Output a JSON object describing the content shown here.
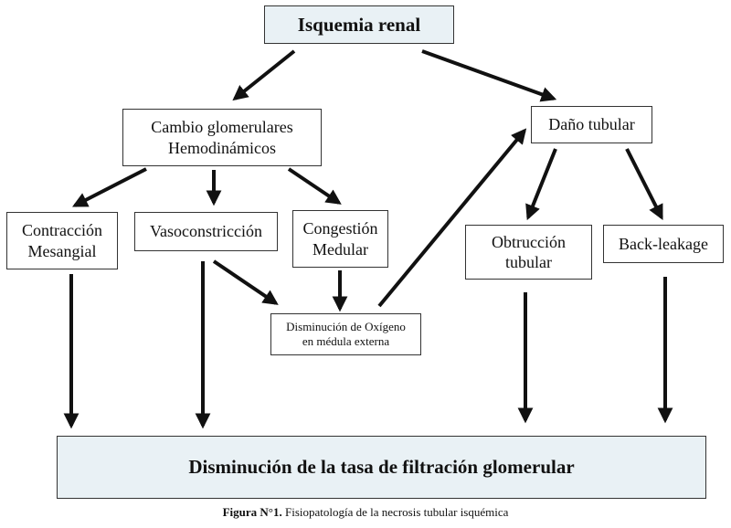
{
  "diagram": {
    "root": "Isquemia renal",
    "glomerular": [
      "Cambio glomerulares",
      "Hemodinámicos"
    ],
    "tubular": "Daño tubular",
    "contraccion": [
      "Contracción",
      "Mesangial"
    ],
    "vasoconstriccion": "Vasoconstricción",
    "congestion": [
      "Congestión",
      "Medular"
    ],
    "oxigeno": [
      "Disminución de Oxígeno",
      "en médula externa"
    ],
    "obstruccion": [
      "Obtrucción",
      "tubular"
    ],
    "backleakage": "Back-leakage",
    "result": "Disminución de la tasa de filtración glomerular"
  },
  "caption": {
    "label": "Figura N°1.",
    "text": " Fisiopatología de la necrosis tubular isquémica"
  }
}
